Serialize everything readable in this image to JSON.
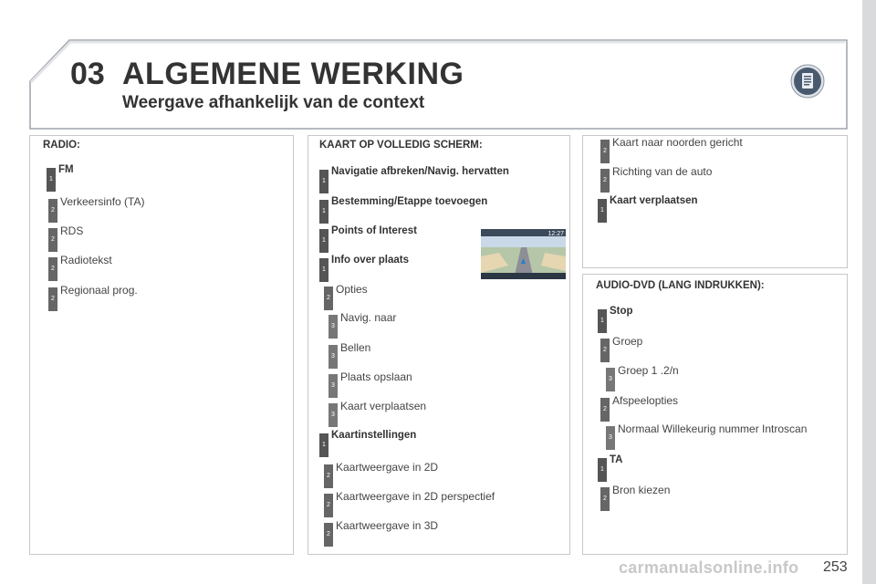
{
  "header": {
    "chapter_number": "03",
    "title": "ALGEMENE WERKING",
    "subtitle": "Weergave afhankelijk van de context"
  },
  "radio": {
    "heading": "RADIO:",
    "items": [
      {
        "level": "1",
        "label": "FM",
        "bold": true
      },
      {
        "level": "2",
        "label": "Verkeersinfo (TA)",
        "bold": false
      },
      {
        "level": "2",
        "label": "RDS",
        "bold": false
      },
      {
        "level": "2",
        "label": "Radiotekst",
        "bold": false
      },
      {
        "level": "2",
        "label": "Regionaal prog.",
        "bold": false
      }
    ]
  },
  "fullmap": {
    "heading": "KAART OP VOLLEDIG SCHERM:",
    "items": [
      {
        "level": "1",
        "label": "Navigatie afbreken/Navig. hervatten",
        "bold": true
      },
      {
        "level": "1",
        "label": "Bestemming/Etappe toevoegen",
        "bold": true
      },
      {
        "level": "1",
        "label": "Points of Interest",
        "bold": true
      },
      {
        "level": "1",
        "label": "Info over plaats",
        "bold": true
      },
      {
        "level": "2",
        "label": "Opties",
        "bold": false
      },
      {
        "level": "3",
        "label": "Navig. naar",
        "bold": false
      },
      {
        "level": "3",
        "label": "Bellen",
        "bold": false
      },
      {
        "level": "3",
        "label": "Plaats opslaan",
        "bold": false
      },
      {
        "level": "3",
        "label": "Kaart verplaatsen",
        "bold": false
      },
      {
        "level": "1",
        "label": "Kaartinstellingen",
        "bold": true
      },
      {
        "level": "2",
        "label": "Kaartweergave in 2D",
        "bold": false
      },
      {
        "level": "2",
        "label": "Kaartweergave in 2D perspectief",
        "bold": false
      },
      {
        "level": "2",
        "label": "Kaartweergave in 3D",
        "bold": false
      }
    ]
  },
  "mapopts": {
    "items": [
      {
        "level": "2",
        "label": "Kaart naar noorden gericht",
        "bold": false
      },
      {
        "level": "2",
        "label": "Richting van de auto",
        "bold": false
      },
      {
        "level": "1",
        "label": "Kaart verplaatsen",
        "bold": true
      }
    ]
  },
  "audio": {
    "heading": "AUDIO-DVD (LANG INDRUKKEN):",
    "items": [
      {
        "level": "1",
        "label": "Stop",
        "bold": true
      },
      {
        "level": "2",
        "label": "Groep",
        "bold": false
      },
      {
        "level": "3",
        "label": "Groep 1 .2/n",
        "bold": false
      },
      {
        "level": "2",
        "label": "Afspeelopties",
        "bold": false
      },
      {
        "level": "3",
        "label": "Normaal Willekeurig nummer Introscan",
        "bold": false
      },
      {
        "level": "1",
        "label": "TA",
        "bold": true
      },
      {
        "level": "2",
        "label": "Bron kiezen",
        "bold": false
      }
    ]
  },
  "map_screen": {
    "clock": "12:27"
  },
  "footer": {
    "page_number": "253",
    "watermark": "carmanualsonline.info"
  },
  "colors": {
    "header_frame": "#b8bcc4",
    "icon_dark": "#4a5a6e",
    "marker": "#555555"
  }
}
